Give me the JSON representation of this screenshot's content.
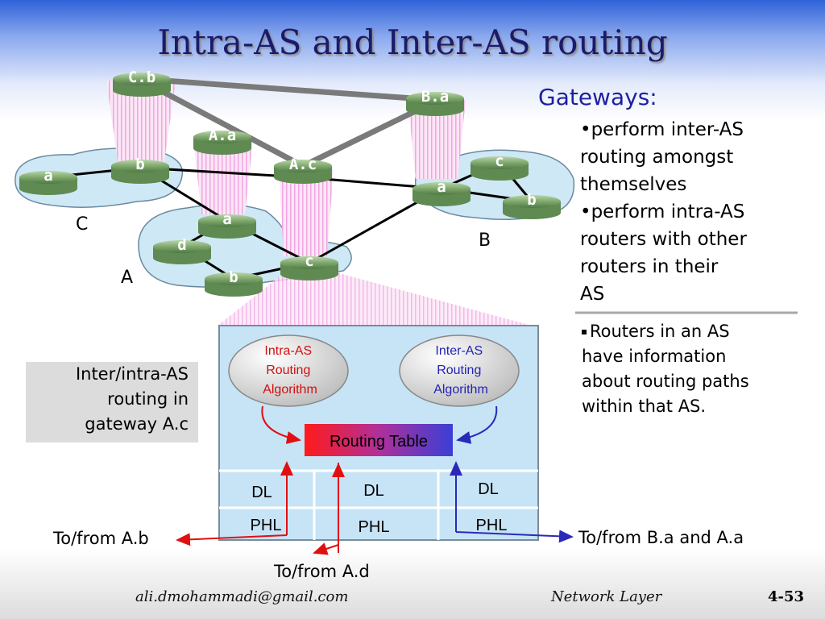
{
  "title": "Intra-AS and Inter-AS routing",
  "gateways": {
    "heading": "Gateways:",
    "bullets": [
      [
        "•perform inter-AS",
        "routing amongst",
        "themselves"
      ],
      [
        "•perform intra-AS",
        "routers with other",
        "routers in their",
        "AS"
      ]
    ]
  },
  "note": [
    "Routers in an AS",
    "have information",
    "about routing paths",
    "within that AS."
  ],
  "gray_box": [
    "Inter/intra-AS",
    "routing in",
    "gateway A.c"
  ],
  "as_labels": {
    "C": "C",
    "B": "B",
    "A": "A"
  },
  "routers": {
    "Cb": "C.b",
    "Ca": "a",
    "Cb2": "b",
    "Ba": "B.a",
    "Ba2": "a",
    "Bc": "c",
    "Bb": "b",
    "Aa": "A.a",
    "Ac": "A.c",
    "Aa2": "a",
    "Ad": "d",
    "Ab": "b",
    "Ac2": "c"
  },
  "gateway_detail": {
    "intra": [
      "Intra-AS",
      "Routing",
      "Algorithm"
    ],
    "inter": [
      "Inter-AS",
      "Routing",
      "Algorithm"
    ],
    "routing_table": "Routing Table",
    "dl": "DL",
    "phl": "PHL"
  },
  "links": {
    "to_ab": "To/from A.b",
    "to_ad": "To/from A.d",
    "to_ba_aa": "To/from B.a and A.a"
  },
  "footer": {
    "email": "ali.dmohammadi@gmail.com",
    "topic": "Network Layer",
    "page": "4-53"
  }
}
